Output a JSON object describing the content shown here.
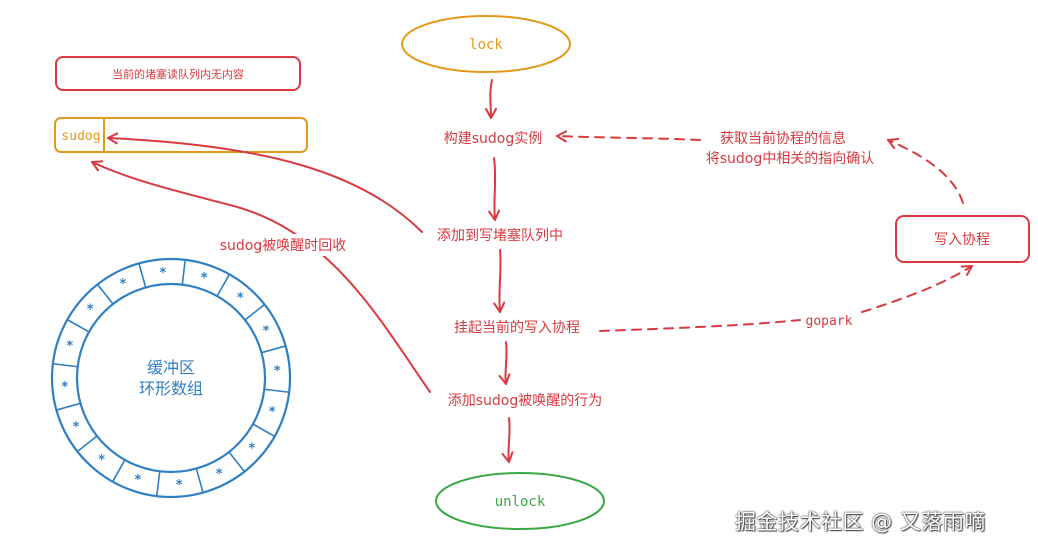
{
  "nodes": {
    "lock": "lock",
    "unlock": "unlock",
    "step_build_sudog": "构建sudog实例",
    "step_enqueue": "添加到写堵塞队列中",
    "step_suspend": "挂起当前的写入协程",
    "step_add_wake": "添加sudog被唤醒的行为",
    "write_goroutine": "写入协程",
    "info_line1": "获取当前协程的信息",
    "info_line2": "将sudog中相关的指向确认",
    "empty_read_queue": "当前的堵塞读队列内无内容",
    "sudog_slot": "sudog",
    "recycle_label": "sudog被唤醒时回收",
    "gopark_label": "gopark",
    "buffer_line1": "缓冲区",
    "buffer_line2": "环形数组"
  },
  "ring": {
    "segments": 16,
    "cell_mark": "*"
  },
  "watermark": "掘金技术社区 @ 又落雨嘀",
  "colors": {
    "red": "#d83a3f",
    "orange": "#e39a1c",
    "green": "#3aa845",
    "blue": "#2f7fc4"
  }
}
